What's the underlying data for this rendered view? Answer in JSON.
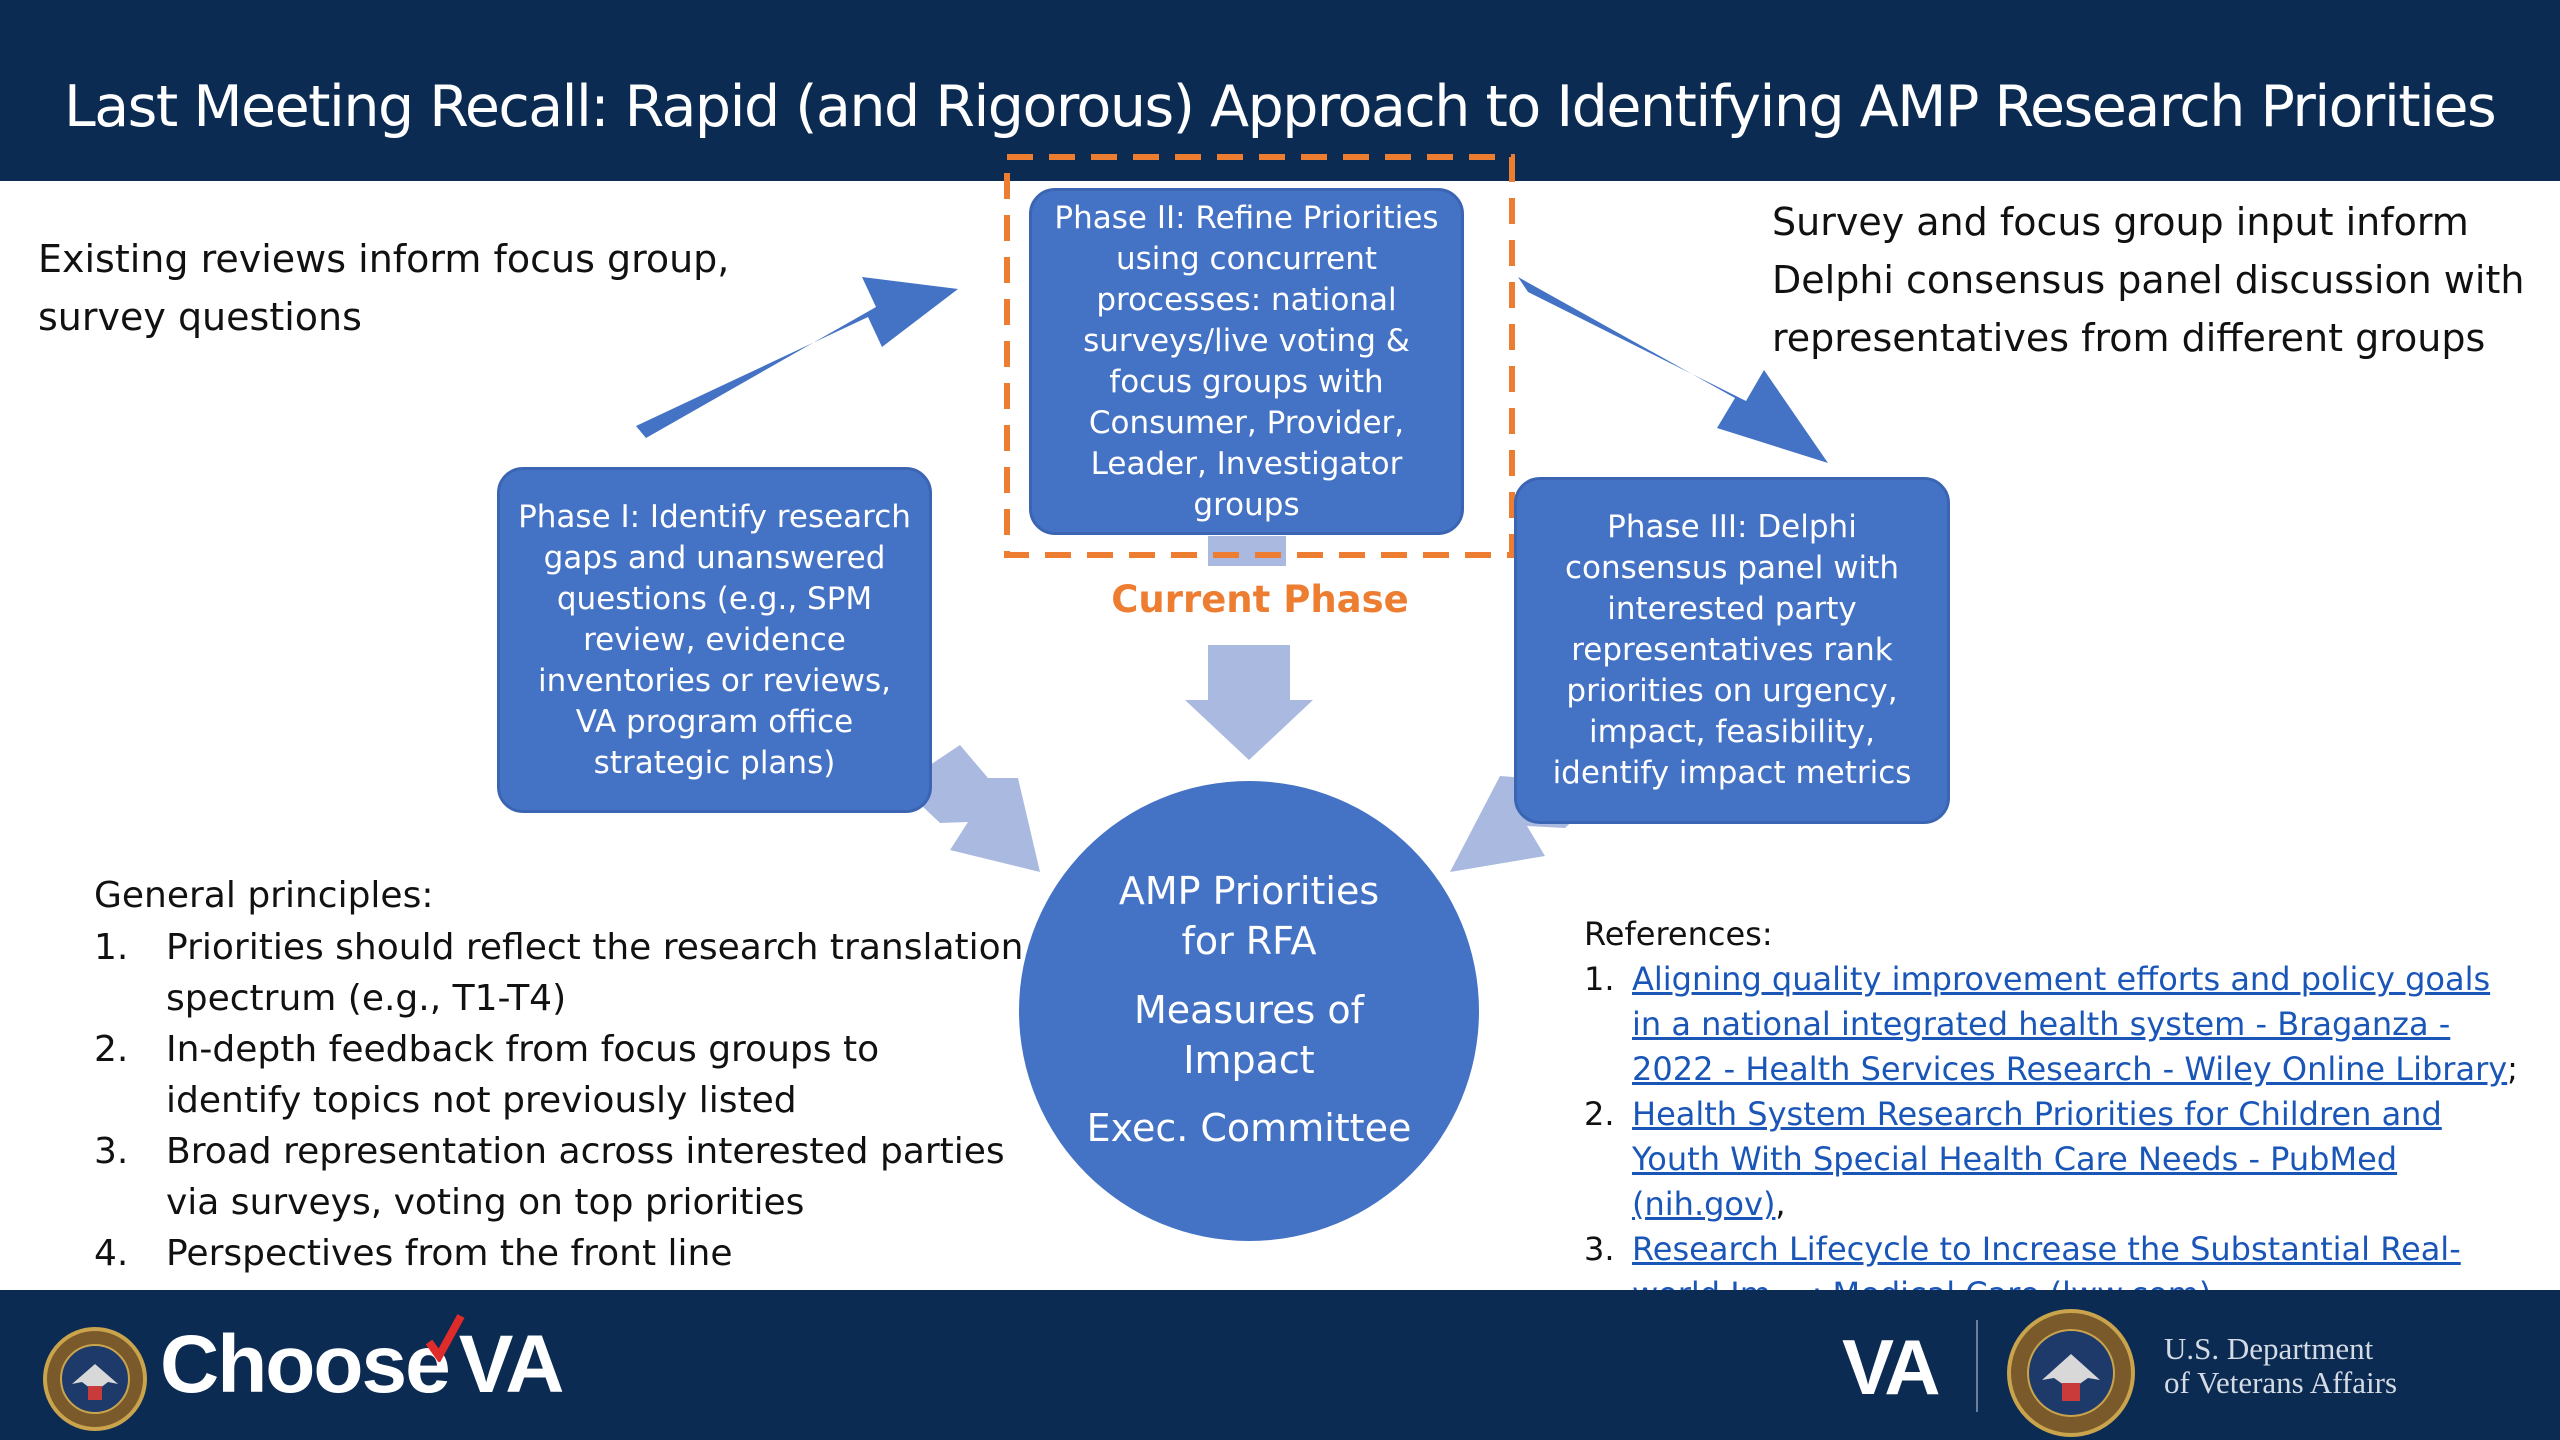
{
  "header": {
    "title": "Last Meeting Recall: Rapid (and Rigorous) Approach to Identifying AMP Research Priorities"
  },
  "notes": {
    "left": "Existing reviews inform focus group, survey questions",
    "right": "Survey and focus group input inform Delphi consensus panel discussion with representatives from different groups"
  },
  "phases": {
    "phase1": "Phase I: Identify research gaps and unanswered questions (e.g., SPM review, evidence inventories or reviews, VA program office strategic plans)",
    "phase2": "Phase II: Refine Priorities using concurrent processes: national surveys/live voting & focus groups with Consumer, Provider, Leader, Investigator groups",
    "phase3": "Phase III: Delphi consensus panel with interested party representatives rank priorities on urgency, impact, feasibility, identify impact metrics"
  },
  "current_phase_label": "Current Phase",
  "center": {
    "line1": "AMP Priorities",
    "line2": "for RFA",
    "line3": "Measures of",
    "line4": "Impact",
    "line5": "Exec. Committee"
  },
  "principles": {
    "heading": "General principles:",
    "items": [
      "Priorities should reflect the research translation spectrum (e.g., T1-T4)",
      "In-depth feedback from focus groups to identify topics not previously listed",
      "Broad representation across interested parties via surveys, voting on top priorities",
      "Perspectives from the front line"
    ]
  },
  "references": {
    "heading": "References:",
    "items": [
      {
        "link": "Aligning quality improvement efforts and policy goals in a national integrated health system - Braganza - 2022 - Health Services Research - Wiley Online Library",
        "suffix": ";"
      },
      {
        "link": "Health System Research Priorities for Children and Youth With Special Health Care Needs - PubMed (nih.gov)",
        "suffix": ","
      },
      {
        "link": " Research Lifecycle to Increase the Substantial Real-world Im... : Medical Care (lww.com)",
        "suffix": ""
      }
    ]
  },
  "footer": {
    "brand_choose": "Choose",
    "brand_va": "VA",
    "va_logo": "VA",
    "dept_line1": "U.S. Department",
    "dept_line2": "of Veterans Affairs"
  },
  "colors": {
    "navy": "#0b2b52",
    "box_blue": "#4472c4",
    "light_arrow": "#aab9e0",
    "orange": "#ed7d31",
    "link": "#1a56b8",
    "brand_red": "#e02b2b"
  },
  "icons": [
    "va-seal-icon",
    "va-seal-icon"
  ]
}
